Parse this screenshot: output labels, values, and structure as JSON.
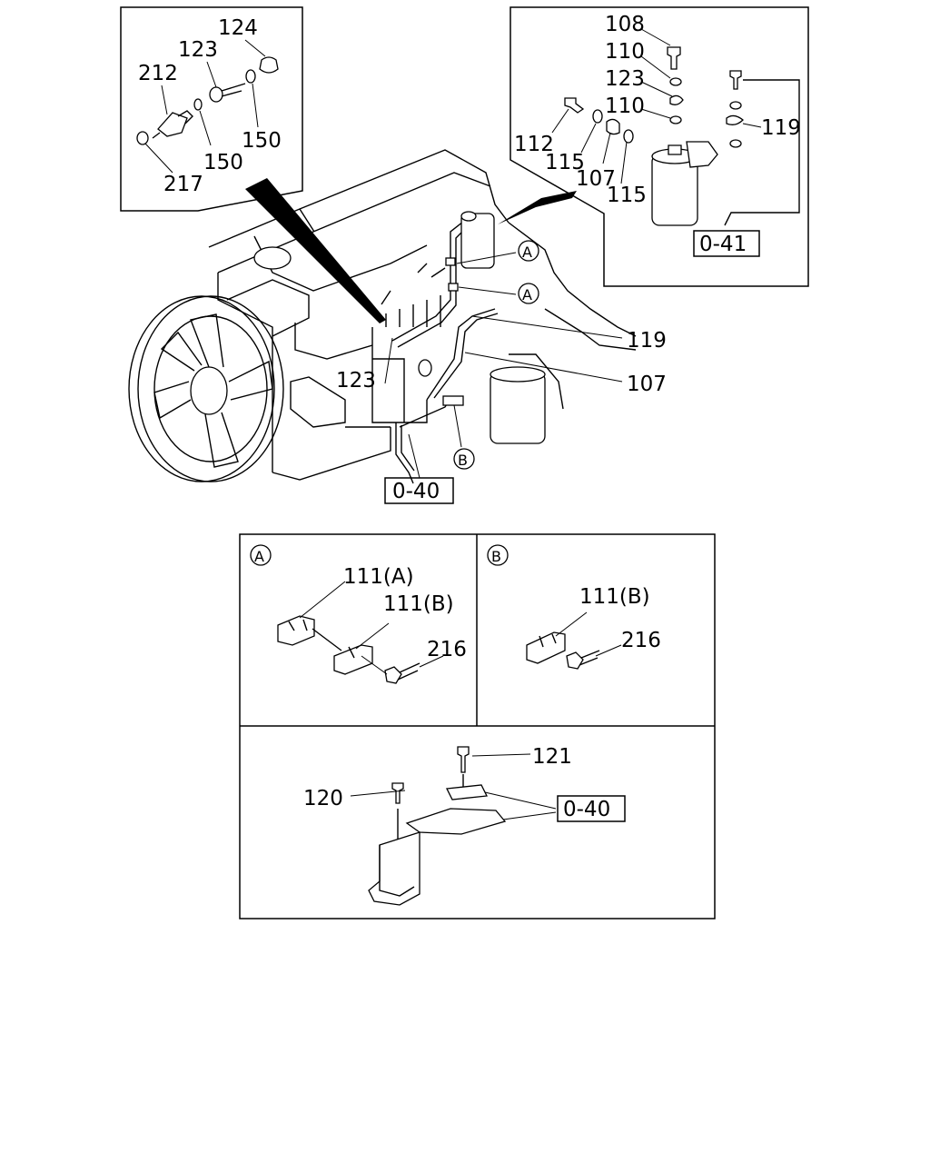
{
  "callouts": {
    "c124": "124",
    "c123_inset": "123",
    "c212": "212",
    "c150_a": "150",
    "c150_b": "150",
    "c217": "217",
    "c108": "108",
    "c110_a": "110",
    "c123_filter": "123",
    "c110_b": "110",
    "c119_filter": "119",
    "c112": "112",
    "c115_a": "115",
    "c107_filter": "107",
    "c115_b": "115",
    "c119_main": "119",
    "c107_main": "107",
    "c123_main": "123",
    "c111a_a": "111(A)",
    "c111b_a": "111(B)",
    "c216_a": "216",
    "c111b_b": "111(B)",
    "c216_b": "216",
    "c121": "121",
    "c120": "120"
  },
  "markers": {
    "a1": "A",
    "a2": "A",
    "b_main": "B",
    "panel_a": "A",
    "panel_b": "B"
  },
  "refs": {
    "r041": "0-41",
    "r040_main": "0-40",
    "r040_bracket": "0-40"
  }
}
